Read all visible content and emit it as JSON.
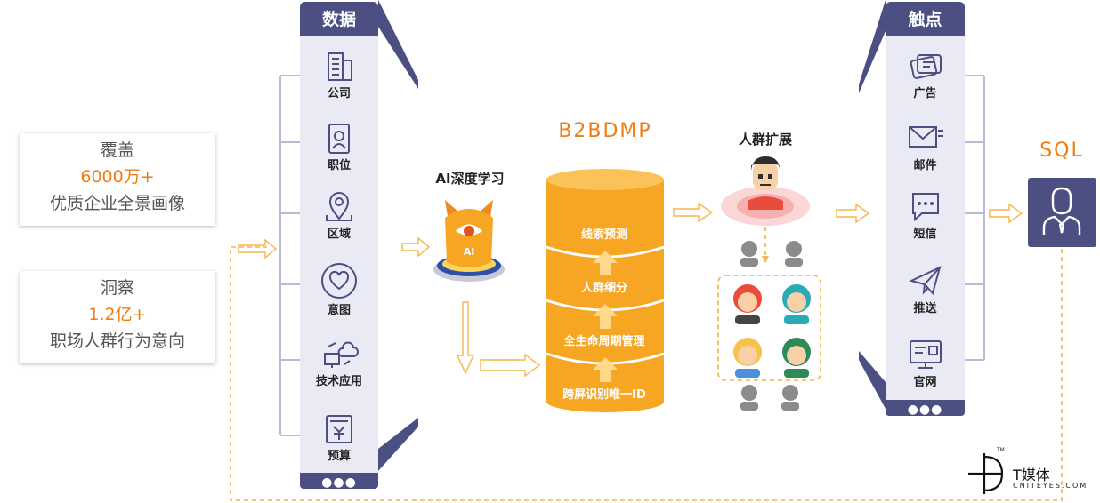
{
  "cards": [
    {
      "line1": "覆盖",
      "line2": "6000万+",
      "line3": "优质企业全景画像"
    },
    {
      "line1": "洞察",
      "line2": "1.2亿+",
      "line3": "职场人群行为意向"
    }
  ],
  "data_panel": {
    "title": "数据",
    "items": [
      {
        "label": "公司",
        "icon": "building-icon"
      },
      {
        "label": "职位",
        "icon": "badge-icon"
      },
      {
        "label": "区域",
        "icon": "location-pin-icon"
      },
      {
        "label": "意图",
        "icon": "heart-icon"
      },
      {
        "label": "技术应用",
        "icon": "cloud-tech-icon"
      },
      {
        "label": "预算",
        "icon": "budget-document-icon"
      }
    ],
    "footer": "●●●"
  },
  "ai": {
    "title": "AI深度学习",
    "badge": "AI"
  },
  "dmp": {
    "title": "B2BDMP",
    "layers": [
      "线索预测",
      "人群细分",
      "全生命周期管理",
      "跨屏识别唯一ID"
    ]
  },
  "audience": {
    "title": "人群扩展"
  },
  "touch_panel": {
    "title": "触点",
    "items": [
      {
        "label": "广告",
        "icon": "ad-cards-icon"
      },
      {
        "label": "邮件",
        "icon": "mail-icon"
      },
      {
        "label": "短信",
        "icon": "sms-bubble-icon"
      },
      {
        "label": "推送",
        "icon": "paper-plane-icon"
      },
      {
        "label": "官网",
        "icon": "website-monitor-icon"
      }
    ],
    "footer": "●●●"
  },
  "sql": {
    "title": "SQL"
  },
  "logo": {
    "name": "T媒体",
    "domain": "CNITEYES.COM",
    "tm": "TM"
  },
  "colors": {
    "accent": "#f07d12",
    "panel": "#4c4f82",
    "panel_bg": "#e9eaf4",
    "db": "#f6a623"
  }
}
